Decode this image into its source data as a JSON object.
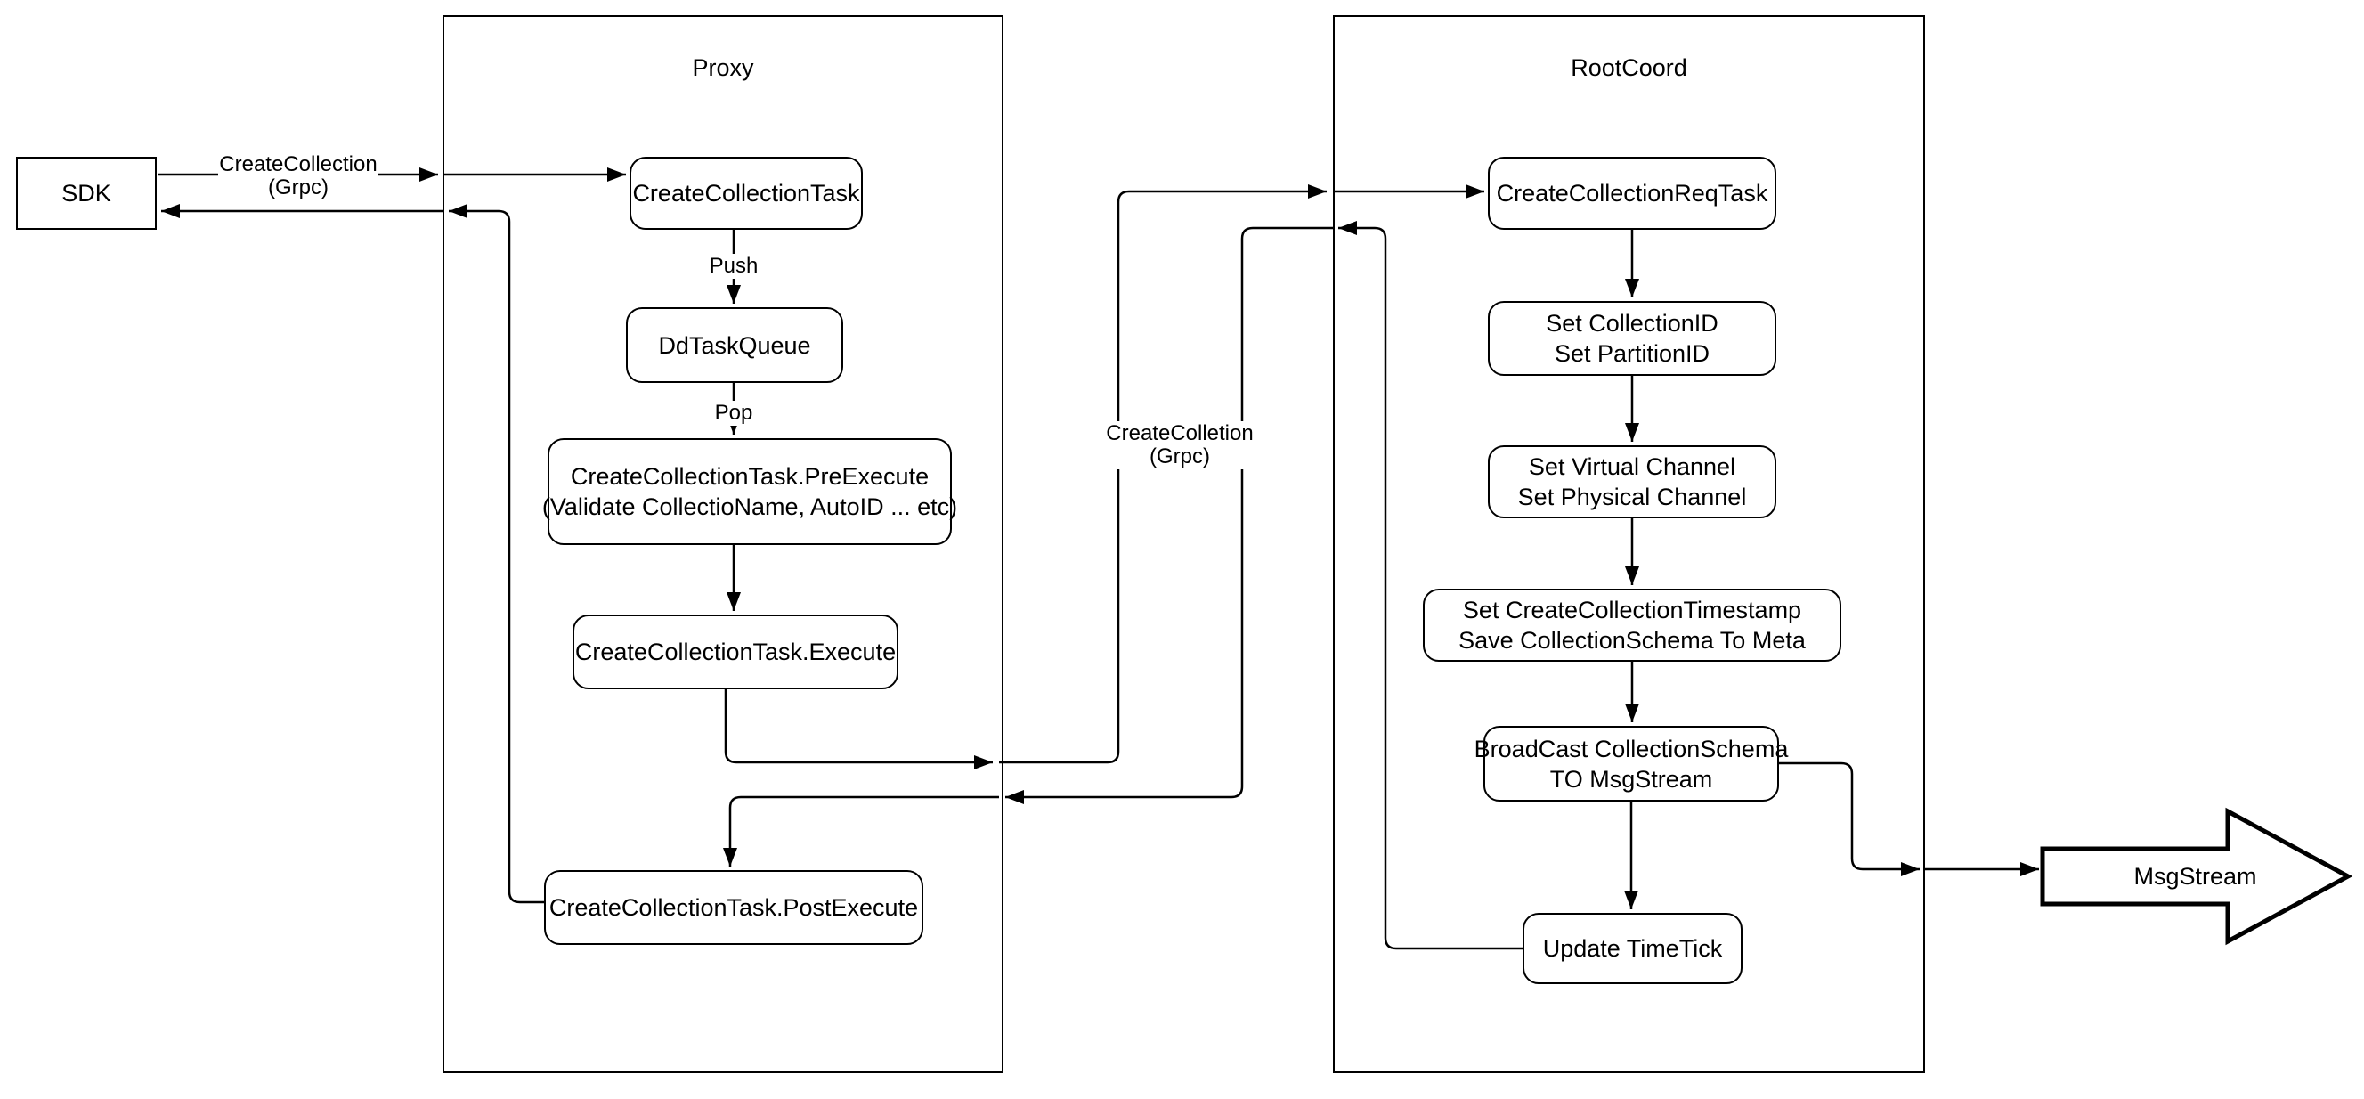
{
  "sdk": {
    "label": "SDK"
  },
  "labels": {
    "sdk_call": {
      "line1": "CreateCollection",
      "line2": "(Grpc)"
    },
    "mid_call": {
      "line1": "CreateColletion",
      "line2": "(Grpc)"
    }
  },
  "proxy": {
    "title": "Proxy",
    "push_label": "Push",
    "pop_label": "Pop",
    "nodes": {
      "create_collection_task": {
        "lines": [
          "CreateCollectionTask"
        ]
      },
      "dd_task_queue": {
        "lines": [
          "DdTaskQueue"
        ]
      },
      "pre_execute": {
        "lines": [
          "CreateCollectionTask.PreExecute",
          "(Validate CollectioName, AutoID ... etc)"
        ]
      },
      "execute": {
        "lines": [
          "CreateCollectionTask.Execute"
        ]
      },
      "post_execute": {
        "lines": [
          "CreateCollectionTask.PostExecute"
        ]
      }
    }
  },
  "rootcoord": {
    "title": "RootCoord",
    "nodes": {
      "req_task": {
        "lines": [
          "CreateCollectionReqTask"
        ]
      },
      "set_ids": {
        "lines": [
          "Set CollectionID",
          "Set PartitionID"
        ]
      },
      "set_channels": {
        "lines": [
          "Set Virtual Channel",
          "Set Physical Channel"
        ]
      },
      "set_timestamp": {
        "lines": [
          "Set CreateCollectionTimestamp",
          "Save CollectionSchema To Meta"
        ]
      },
      "broadcast": {
        "lines": [
          "BroadCast CollectionSchema",
          "TO MsgStream"
        ]
      },
      "update_timetick": {
        "lines": [
          "Update TimeTick"
        ]
      }
    }
  },
  "msgstream": {
    "label": "MsgStream"
  },
  "colors": {
    "stroke": "#000000",
    "fill": "#ffffff"
  }
}
